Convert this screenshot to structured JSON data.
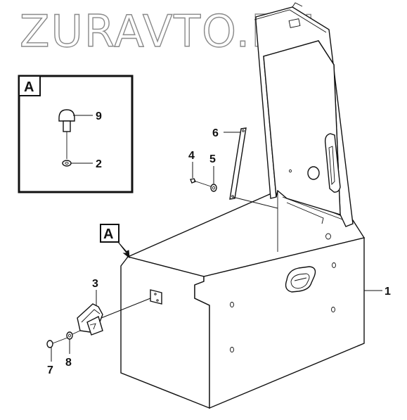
{
  "watermark": "ZURAVTO.RU",
  "detail_view": {
    "letter": "A"
  },
  "view_marker": {
    "letter": "A"
  },
  "callouts": {
    "p1": "1",
    "p2": "2",
    "p3": "3",
    "p4": "4",
    "p5": "5",
    "p6": "6",
    "p7": "7",
    "p8": "8",
    "p9": "9"
  },
  "colors": {
    "line": "#111111",
    "watermark_stroke": "#8a8a8a",
    "background": "#ffffff"
  }
}
